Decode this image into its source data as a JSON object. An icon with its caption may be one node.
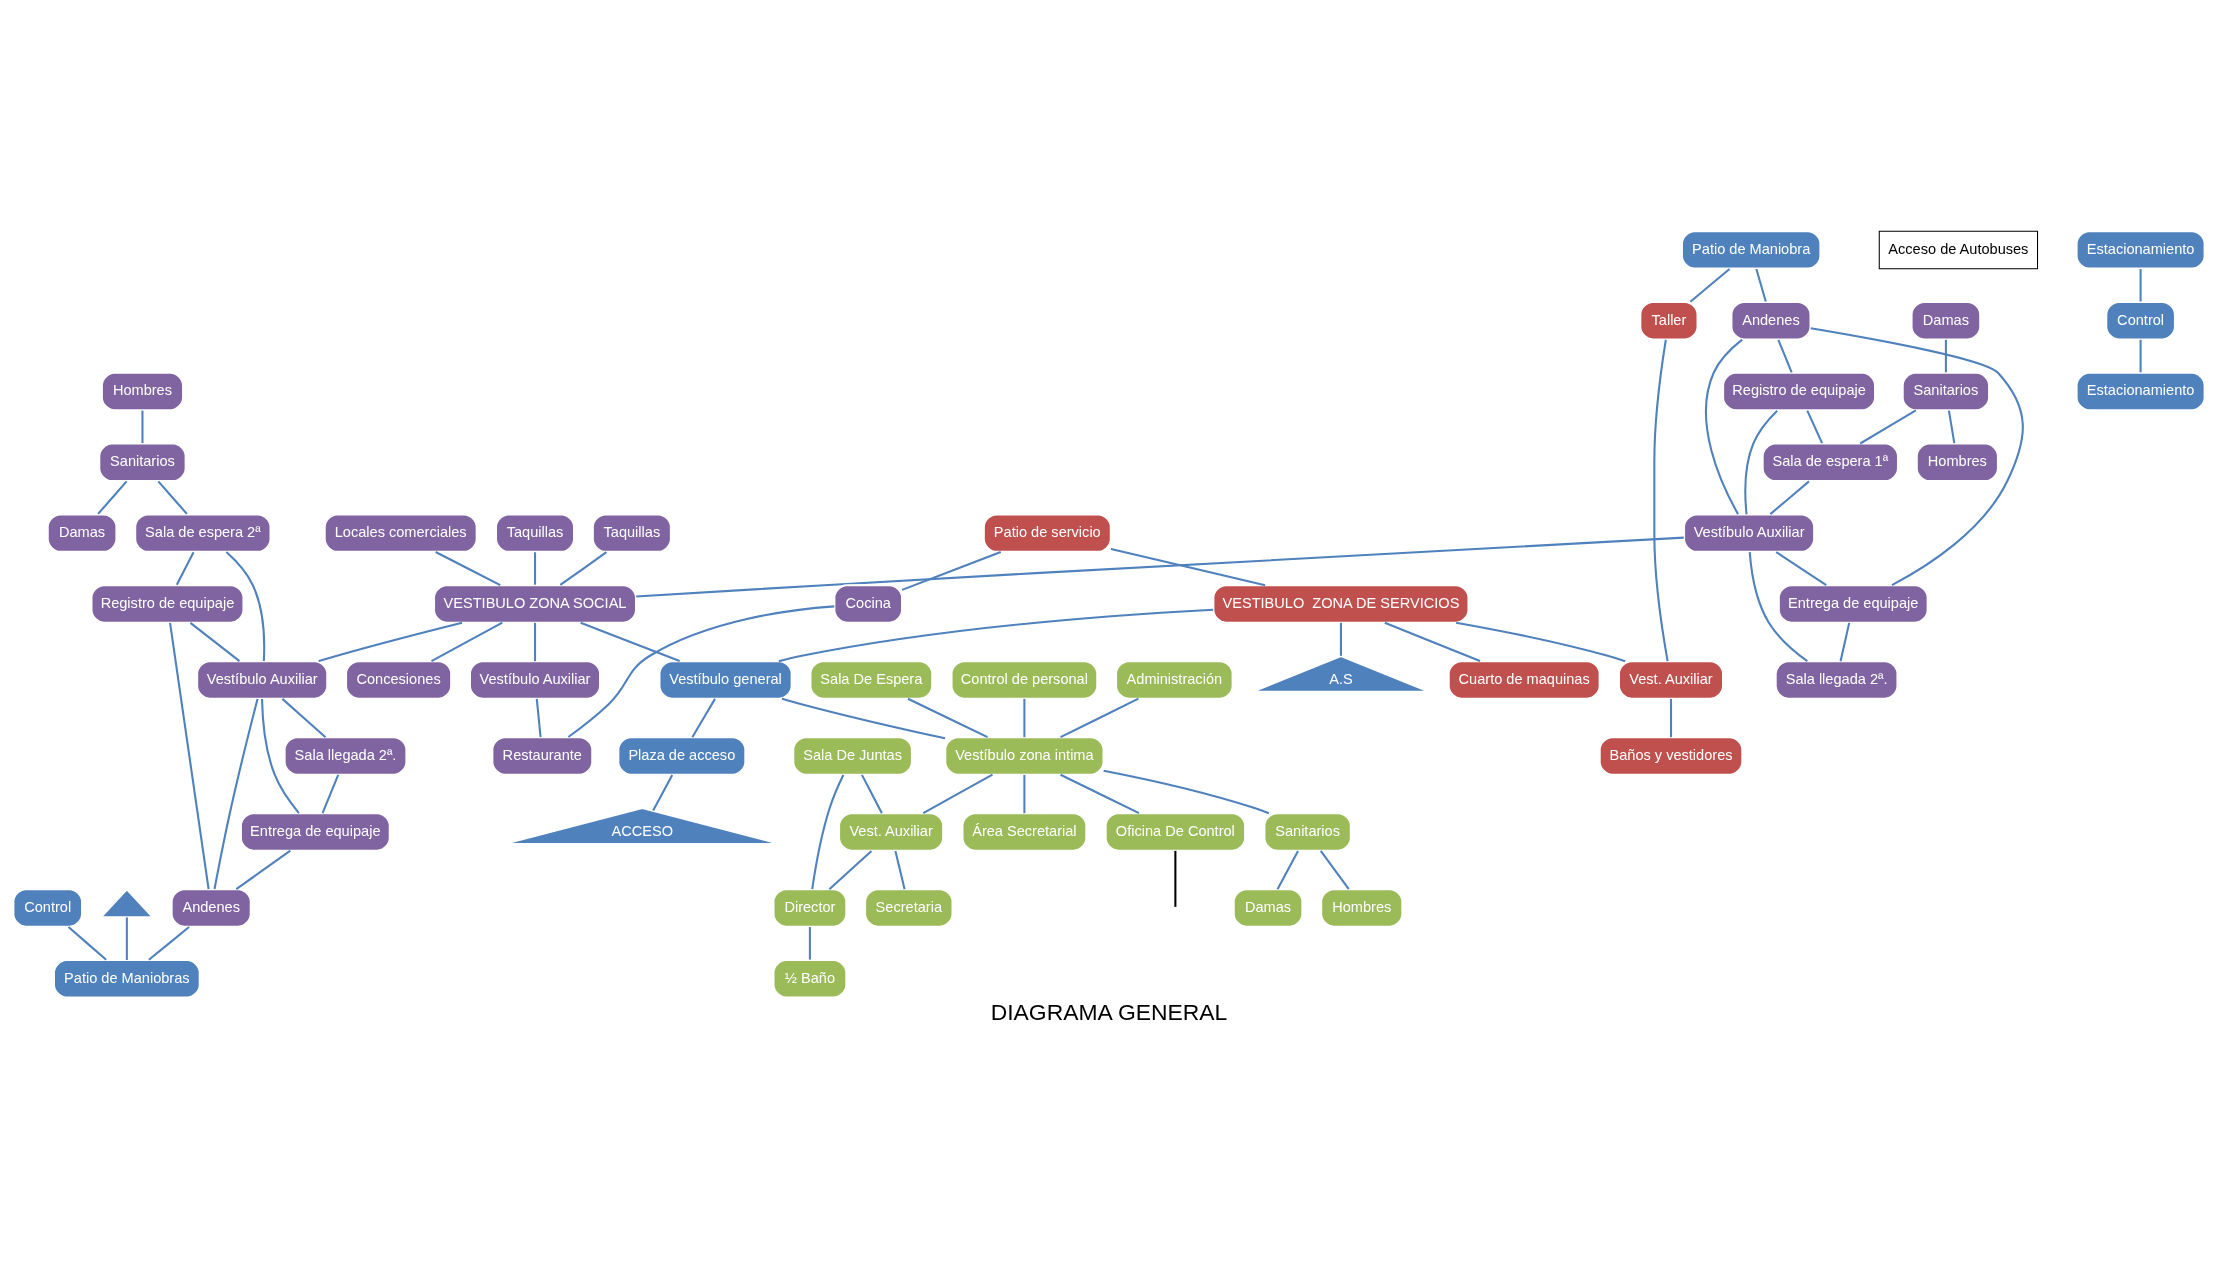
{
  "diagram": {
    "title": "DIAGRAMA GENERAL",
    "nodes": [
      {
        "text": [
          "Patio de Maniobra"
        ]
      },
      {
        "text": [
          "Damas"
        ]
      },
      {
        "text": [
          "Sanitarios"
        ]
      },
      {
        "text": [
          "Hombres"
        ]
      },
      {
        "text": [
          "Andenes"
        ]
      },
      {
        "text": [
          "Registro de equipaje"
        ]
      },
      {
        "text": [
          "Sala de espera 1ª"
        ]
      },
      {
        "text": [
          "Taquillas"
        ]
      },
      {
        "text": [
          "Locales comerciales"
        ]
      },
      {
        "text": [
          "Taquillas"
        ]
      },
      {
        "text": [
          "Hombres"
        ]
      },
      {
        "text": [
          "Sanitarios"
        ]
      },
      {
        "text": [
          "Damas"
        ]
      },
      {
        "text": [
          "Control"
        ]
      },
      {
        "text": [
          "Acceso de Autobuses"
        ]
      },
      {
        "text": [],
        "shape": "triangle"
      },
      {
        "text": [
          "Sala de espera 2ª"
        ]
      },
      {
        "text": [
          "Registro de equipaje"
        ]
      },
      {
        "text": [
          "Andenes"
        ]
      },
      {
        "text": [
          "Vestíbulo Auxiliar"
        ]
      },
      {
        "text": [
          "VESTIBULO ZONA SOCIAL"
        ]
      },
      {
        "text": [
          "Vestíbulo Auxiliar"
        ]
      },
      {
        "text": [
          "Entrega de equipaje"
        ]
      },
      {
        "text": [
          "Sala llegada 2ª."
        ]
      },
      {
        "text": [
          "Vestíbulo Auxiliar"
        ]
      },
      {
        "text": [
          "Concesiones"
        ]
      },
      {
        "text": [
          "Sala llegada 2ª."
        ]
      },
      {
        "text": [
          "Entrega de equipaje"
        ]
      },
      {
        "text": [
          "Patio de Maniobras"
        ]
      },
      {
        "text": [
          "Patio de servicio"
        ]
      },
      {
        "text": [
          "Cocina"
        ]
      },
      {
        "text": [
          "Restaurante"
        ]
      },
      {
        "text": [
          "Vestíbulo general"
        ]
      },
      {
        "text": [
          "Sala De Espera"
        ]
      },
      {
        "text": [
          "Control de personal"
        ]
      },
      {
        "text": [
          "Administración"
        ]
      },
      {
        "text": [
          "Sala De Juntas"
        ]
      },
      {
        "text": [
          "VESTIBULO  ZONA DE SERVICIOS"
        ]
      },
      {
        "text": [
          "Vestíbulo zona intima"
        ]
      },
      {
        "text": [
          "Vest. Auxiliar"
        ]
      },
      {
        "text": [
          "Director"
        ]
      },
      {
        "text": [
          "Taller"
        ]
      },
      {
        "text": [
          "Vest. Auxiliar"
        ]
      },
      {
        "text": [
          "Cuarto de maquinas"
        ]
      },
      {
        "text": [
          "Área Secretarial"
        ]
      },
      {
        "text": [
          "Oficina De Control"
        ]
      },
      {
        "text": [
          "Sanitarios"
        ]
      },
      {
        "text": [
          "Secretaria"
        ]
      },
      {
        "text": [
          "½ Baño"
        ]
      },
      {
        "text": [
          "Damas"
        ]
      },
      {
        "text": [
          "Hombres"
        ]
      },
      {
        "text": [
          "Baños y vestidores"
        ]
      },
      {
        "text": [
          "Plaza de acceso"
        ]
      },
      {
        "text": [
          "Estacionamiento"
        ]
      },
      {
        "text": [
          "Control"
        ]
      },
      {
        "text": [
          "Estacionamiento"
        ]
      },
      {
        "text": [
          "A.S"
        ]
      },
      {
        "text": [
          "ACCESO"
        ]
      }
    ],
    "edges": [
      {
        "from": 1,
        "to": 2,
        "arrow": "none"
      },
      {
        "from": 2,
        "to": 3,
        "arrow": "none"
      },
      {
        "from": 2,
        "to": 6,
        "arrow": "none"
      },
      {
        "from": 0,
        "to": 4,
        "arrow": "none"
      },
      {
        "from": 4,
        "to": 5,
        "arrow": "none"
      },
      {
        "from": 5,
        "to": 6,
        "arrow": "none"
      },
      {
        "from": 5,
        "to": 19,
        "arrow": "none"
      },
      {
        "from": 6,
        "to": 19,
        "arrow": "none"
      },
      {
        "from": 4,
        "to": 19,
        "arrow": "none"
      },
      {
        "from": 4,
        "to": 22,
        "arrow": "none"
      },
      {
        "from": 19,
        "to": 20,
        "arrow": "none"
      },
      {
        "from": 19,
        "to": 22,
        "arrow": "none"
      },
      {
        "from": 19,
        "to": 23,
        "arrow": "none"
      },
      {
        "from": 22,
        "to": 23,
        "arrow": "none"
      },
      {
        "from": 7,
        "to": 20,
        "arrow": "none"
      },
      {
        "from": 8,
        "to": 20,
        "arrow": "none"
      },
      {
        "from": 9,
        "to": 20,
        "arrow": "none"
      },
      {
        "from": 10,
        "to": 11,
        "arrow": "none"
      },
      {
        "from": 11,
        "to": 12,
        "arrow": "none"
      },
      {
        "from": 11,
        "to": 16,
        "arrow": "none"
      },
      {
        "from": 16,
        "to": 17,
        "arrow": "none"
      },
      {
        "from": 16,
        "to": 21,
        "arrow": "none"
      },
      {
        "from": 17,
        "to": 21,
        "arrow": "none"
      },
      {
        "from": 17,
        "to": 18,
        "arrow": "none"
      },
      {
        "from": 20,
        "to": 21,
        "arrow": "none"
      },
      {
        "from": 21,
        "to": 18,
        "arrow": "none"
      },
      {
        "from": 21,
        "to": 26,
        "arrow": "none"
      },
      {
        "from": 21,
        "to": 27,
        "arrow": "none"
      },
      {
        "from": 26,
        "to": 27,
        "arrow": "none"
      },
      {
        "from": 27,
        "to": 18,
        "arrow": "none"
      },
      {
        "from": 18,
        "to": 28,
        "arrow": "none"
      },
      {
        "from": 13,
        "to": 28,
        "arrow": "none"
      },
      {
        "from": 15,
        "to": 28,
        "arrow": "none"
      },
      {
        "from": 20,
        "to": 24,
        "arrow": "none"
      },
      {
        "from": 20,
        "to": 32,
        "arrow": "none"
      },
      {
        "from": 20,
        "to": 25,
        "arrow": "none"
      },
      {
        "from": 24,
        "to": 31,
        "arrow": "none"
      },
      {
        "from": 30,
        "to": 31,
        "arrow": "none"
      },
      {
        "from": 29,
        "to": 30,
        "arrow": "none"
      },
      {
        "from": 29,
        "to": 37,
        "arrow": "none"
      },
      {
        "from": 37,
        "to": 32,
        "arrow": "none"
      },
      {
        "from": 32,
        "to": 38,
        "arrow": "none"
      },
      {
        "from": 32,
        "to": 52,
        "arrow": "none"
      },
      {
        "from": 33,
        "to": 38,
        "arrow": "none"
      },
      {
        "from": 34,
        "to": 38,
        "arrow": "none"
      },
      {
        "from": 35,
        "to": 38,
        "arrow": "none"
      },
      {
        "from": 38,
        "to": 39,
        "arrow": "none"
      },
      {
        "from": 36,
        "to": 39,
        "arrow": "none"
      },
      {
        "from": 36,
        "to": 40,
        "arrow": "none"
      },
      {
        "from": 39,
        "to": 40,
        "arrow": "none"
      },
      {
        "from": 39,
        "to": 47,
        "arrow": "none"
      },
      {
        "from": 40,
        "to": 48,
        "arrow": "none"
      },
      {
        "from": 38,
        "to": 44,
        "arrow": "none"
      },
      {
        "from": 38,
        "to": 45,
        "arrow": "none"
      },
      {
        "from": 38,
        "to": 46,
        "arrow": "none"
      },
      {
        "from": 46,
        "to": 49,
        "arrow": "none"
      },
      {
        "from": 46,
        "to": 50,
        "arrow": "none"
      },
      {
        "from": 45,
        "to": null,
        "arrow": "none",
        "color": "#000000"
      },
      {
        "from": 37,
        "to": 42,
        "arrow": "none"
      },
      {
        "from": 37,
        "to": 43,
        "arrow": "none"
      },
      {
        "from": 41,
        "to": 42,
        "arrow": "none"
      },
      {
        "from": 42,
        "to": 51,
        "arrow": "none"
      },
      {
        "from": 0,
        "to": 41,
        "arrow": "none"
      },
      {
        "from": 37,
        "to": 56,
        "arrow": "none"
      },
      {
        "from": 53,
        "to": 54,
        "arrow": "none"
      },
      {
        "from": 54,
        "to": 55,
        "arrow": "none"
      },
      {
        "from": 52,
        "to": 57,
        "arrow": "none"
      }
    ]
  }
}
